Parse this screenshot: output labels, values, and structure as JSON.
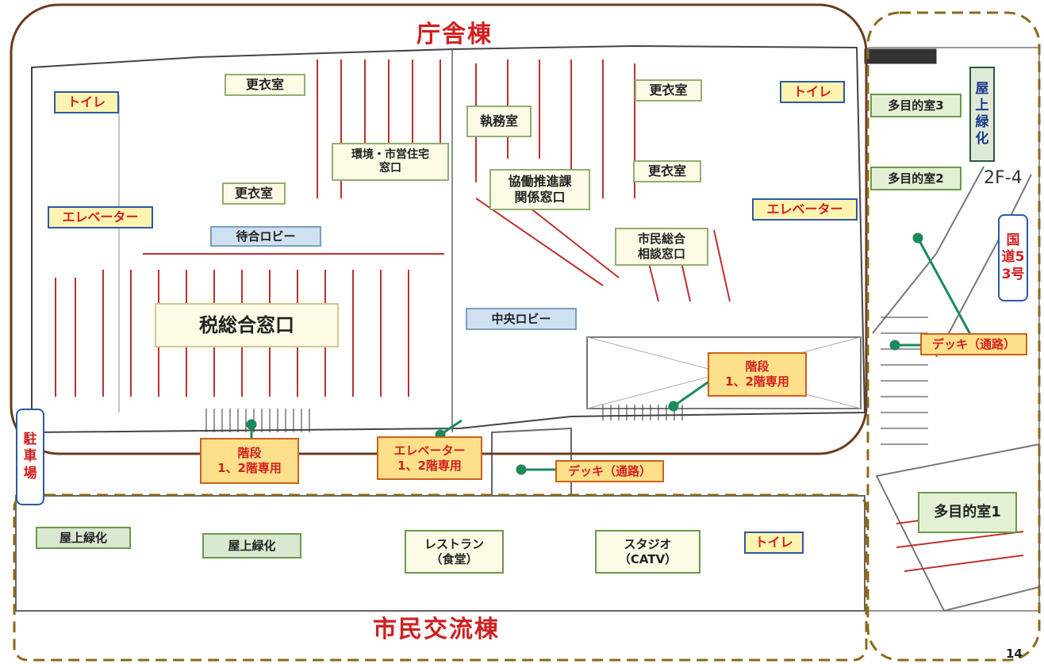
{
  "titles": {
    "government_building": "庁舎棟",
    "exchange_building": "市民交流棟"
  },
  "labels": {
    "toilet": "トイレ",
    "locker_room": "更衣室",
    "elevator": "エレベーター",
    "duty_office": "執務室",
    "env_housing": "環境・市営住宅\n窓口",
    "collab": "協働推進課\n関係窓口",
    "citizen_consult": "市民総合\n相談窓口",
    "waiting_lobby": "待合ロビー",
    "central_lobby": "中央ロビー",
    "tax_counter": "税総合窓口",
    "stairs": "階段\n1、2階専用",
    "elevator_12": "エレベーター\n1、2階専用",
    "deck": "デッキ（通路）",
    "multi3": "多目的室3",
    "multi2": "多目的室2",
    "multi1": "多目的室1",
    "rooftop_green": "屋上緑化",
    "rooftop_green_vertical": "屋上緑化",
    "route53": "国道53号",
    "parking": "駐車場",
    "restaurant": "レストラン\n（食堂）",
    "studio": "スタジオ\n（CATV）",
    "floor_code": "2F-4"
  },
  "page_number": "14",
  "colors": {
    "building_outline": "#6b3a1e",
    "dashed_outline": "#8a6a1a",
    "title_red": "#d02020",
    "stair_green": "#1a8a5a",
    "map_red": "#c02020"
  }
}
